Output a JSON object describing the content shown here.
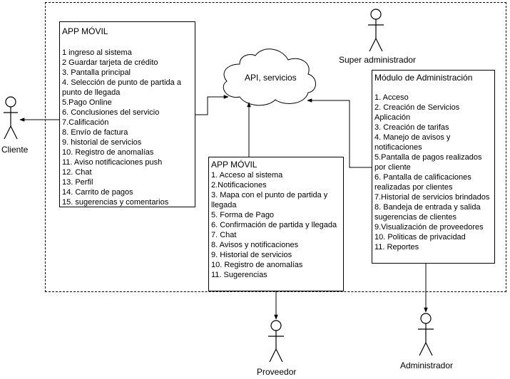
{
  "actors": {
    "cliente": "Cliente",
    "proveedor": "Proveedor",
    "administrador": "Administrador",
    "super_admin": "Super administrador"
  },
  "cloud": {
    "label": "API, servicios"
  },
  "cliente_app": {
    "title": "APP MÓVIL",
    "items": [
      "1 ingreso al sistema",
      "2 Guardar tarjeta de crédito",
      "3. Pantalla principal",
      "4. Selección de punto de partida a punto de llegada",
      "5.Pago Online",
      "6. Conclusiones del servicio",
      "7.Calificación",
      "8. Envío de factura",
      "9. historial de servicios",
      "10. Registro de anomalías",
      "11. Aviso notificaciones push",
      "12. Chat",
      "13. Perfil",
      "14. Carrito de pagos",
      "15. sugerencias y comentarios"
    ]
  },
  "proveedor_app": {
    "title": "APP MÓVIL",
    "items": [
      "1. Acceso al sistema",
      "2.Notificaciones",
      "3. Mapa con el punto de partida y llegada",
      "5. Forma de Pago",
      "6. Confirmación de partida y llegada",
      "7. Chat",
      "8. Avisos y notificaciones",
      "9. Historial de servicios",
      "10. Registro de anomalías",
      "11. Sugerencias"
    ]
  },
  "admin_module": {
    "title": "Módulo de Administración",
    "items": [
      "1. Acceso",
      "2. Creación de Servicios Aplicación",
      "3. Creación de tarifas",
      "4. Manejo de avisos y notificaciones",
      "5.Pantalla de pagos realizados por cliente",
      "6. Pantalla de calificaciones realizadas por clientes",
      "7.Historial de servicios brindados",
      "8. Bandeja de entrada y salida sugerencias de clientes",
      "9.Visualización de proveedores",
      "10. Politicas de privacidad",
      "11. Reportes"
    ]
  }
}
